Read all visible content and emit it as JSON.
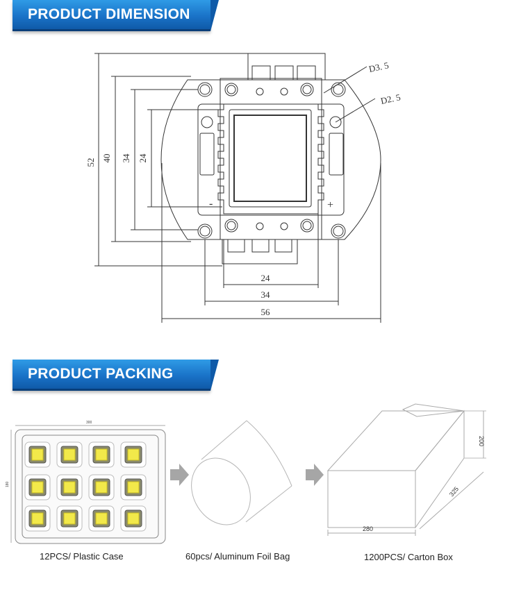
{
  "sections": {
    "dimension": {
      "title": "PRODUCT DIMENSION"
    },
    "packing": {
      "title": "PRODUCT PACKING"
    }
  },
  "drawing": {
    "holes": {
      "large": "D3. 5",
      "small": "D2. 5"
    },
    "polarity": {
      "negative": "-",
      "positive": "+"
    },
    "vertical_dims": [
      "52",
      "40",
      "34",
      "24"
    ],
    "horizontal_dims": [
      "24",
      "34",
      "56"
    ]
  },
  "packing": {
    "plastic_case": {
      "caption": "12PCS/ Plastic Case",
      "width": "300",
      "height": "180"
    },
    "foil_bag": {
      "caption": "60pcs/ Aluminum Foil Bag"
    },
    "carton_box": {
      "caption": "1200PCS/ Carton Box",
      "width": "280",
      "depth": "325",
      "height": "200"
    }
  },
  "colors": {
    "banner_blue": "#1a73c8",
    "led_yellow": "#f2e94a",
    "line": "#333333"
  }
}
